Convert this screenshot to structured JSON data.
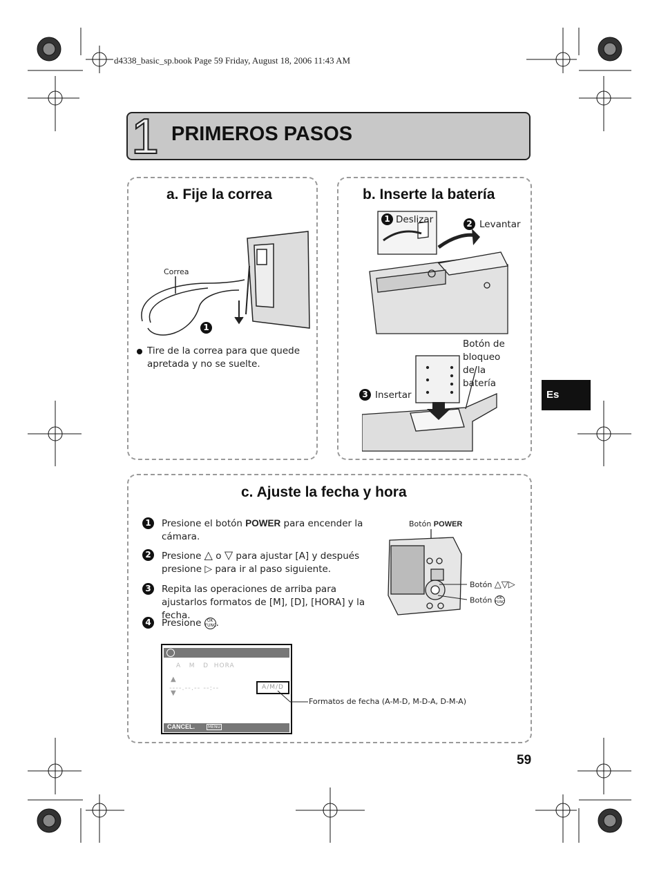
{
  "print_header": "d4338_basic_sp.book  Page 59  Friday, August 18, 2006  11:43 AM",
  "chapter": {
    "number": "1",
    "title": "PRIMEROS PASOS"
  },
  "section_a": {
    "title": "a. Fije la correa",
    "label_correa": "Correa",
    "step_num": "1",
    "bullet": "Tire de la correa para que quede apretada y no se suelte."
  },
  "section_b": {
    "title": "b. Inserte la batería",
    "step1": {
      "num": "1",
      "label": "Deslizar"
    },
    "step2": {
      "num": "2",
      "label": "Levantar"
    },
    "step3": {
      "num": "3",
      "label": "Insertar"
    },
    "lock_label": "Botón de bloqueo de la batería"
  },
  "section_c": {
    "title": "c. Ajuste la fecha y hora",
    "steps": [
      {
        "num": "1",
        "pre": "Presione el botón ",
        "bold": "POWER",
        "post": " para encender la cámara."
      },
      {
        "num": "2",
        "t1": "Presione ",
        "t2": " o ",
        "t3": " para ajustar [A] y después presione ",
        "t4": " para ir al paso siguiente."
      },
      {
        "num": "3",
        "text": "Repita las operaciones de arriba para ajustarlos formatos de [M], [D], [HORA] y la fecha."
      },
      {
        "num": "4",
        "text": "Presione ",
        "end": "."
      }
    ],
    "boton": "Botón",
    "power": "POWER",
    "lcd": {
      "header": "A   M   D  HORA",
      "value": "----.--.-- --:--",
      "format": "A/M/D",
      "cancel": "CANCEL.",
      "menu": "MENU"
    },
    "format_callout": "Formatos de fecha (A-M-D, M-D-A, D-M-A)"
  },
  "tab": "Es",
  "page_number": "59"
}
